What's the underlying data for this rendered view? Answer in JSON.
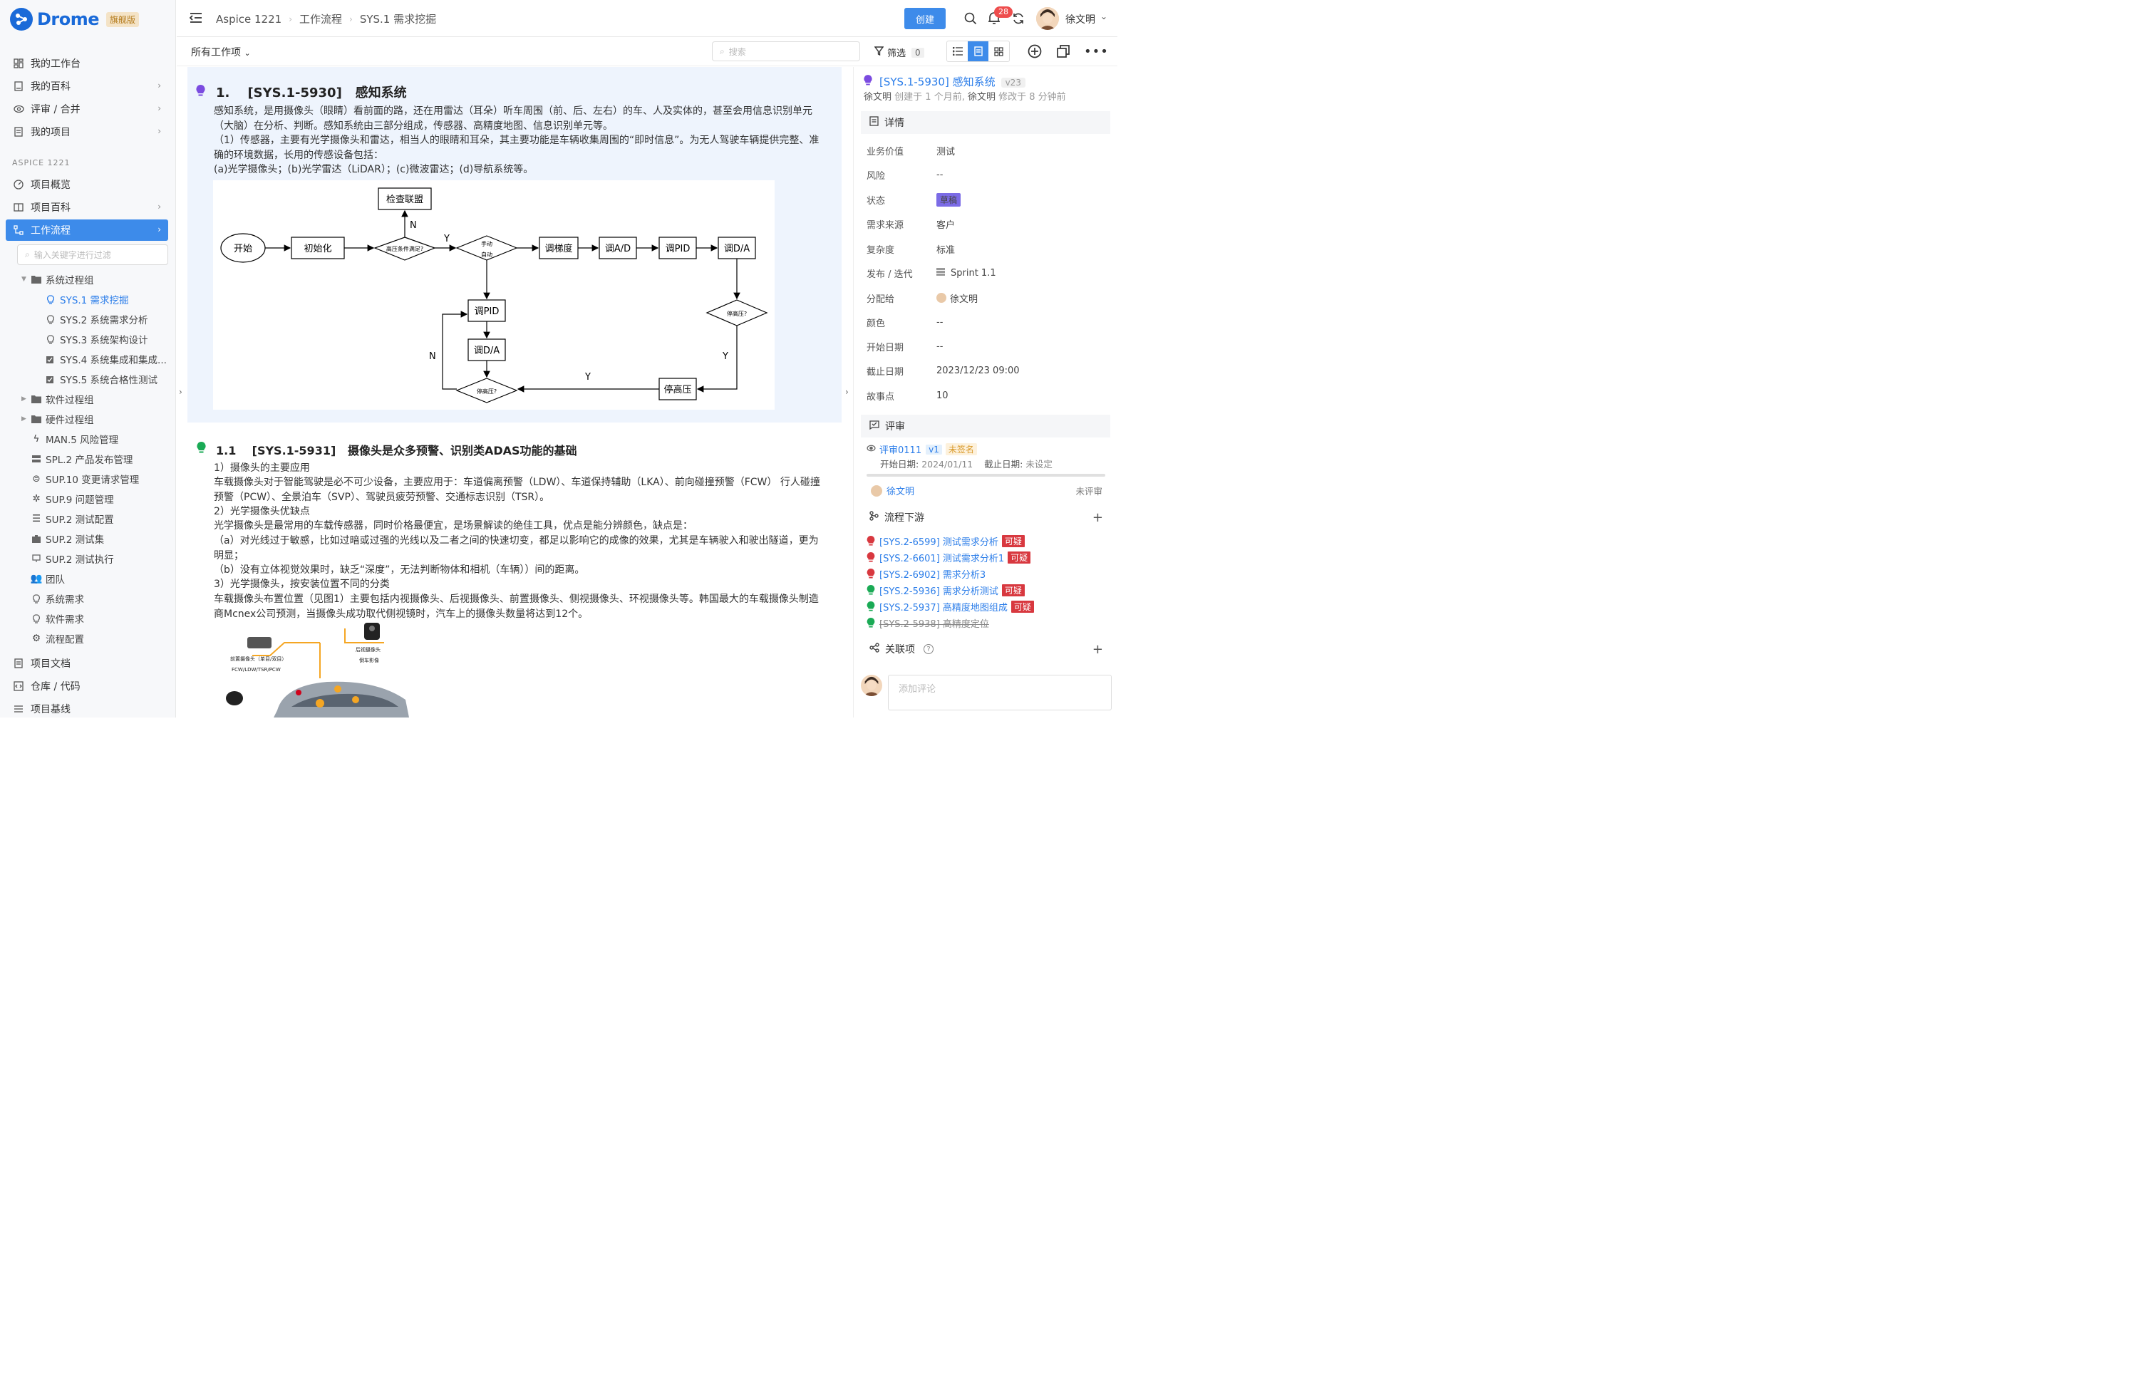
{
  "brand": {
    "name": "Drome",
    "edition": "旗舰版"
  },
  "sidebar": {
    "top": [
      {
        "label": "我的工作台"
      },
      {
        "label": "我的百科"
      },
      {
        "label": "评审 / 合并"
      },
      {
        "label": "我的项目"
      }
    ],
    "project_label": "ASPICE 1221",
    "project_nav": [
      {
        "label": "项目概览"
      },
      {
        "label": "项目百科"
      },
      {
        "label": "工作流程"
      }
    ],
    "filter_placeholder": "输入关键字进行过滤",
    "tree": [
      {
        "label": "系统过程组"
      },
      {
        "label": "SYS.1 需求挖掘"
      },
      {
        "label": "SYS.2 系统需求分析"
      },
      {
        "label": "SYS.3 系统架构设计"
      },
      {
        "label": "SYS.4 系统集成和集成..."
      },
      {
        "label": "SYS.5 系统合格性测试"
      },
      {
        "label": "软件过程组"
      },
      {
        "label": "硬件过程组"
      },
      {
        "label": "MAN.5 风险管理"
      },
      {
        "label": "SPL.2 产品发布管理"
      },
      {
        "label": "SUP.10 变更请求管理"
      },
      {
        "label": "SUP.9 问题管理"
      },
      {
        "label": "SUP.2 测试配置"
      },
      {
        "label": "SUP.2 测试集"
      },
      {
        "label": "SUP.2 测试执行"
      },
      {
        "label": "团队"
      },
      {
        "label": "系统需求"
      },
      {
        "label": "软件需求"
      },
      {
        "label": "流程配置"
      }
    ],
    "bottom": [
      {
        "label": "项目文档"
      },
      {
        "label": "仓库 / 代码"
      },
      {
        "label": "项目基线"
      }
    ]
  },
  "header": {
    "breadcrumb": [
      "Aspice 1221",
      "工作流程",
      "SYS.1 需求挖掘"
    ],
    "create": "创建",
    "notifications": "28",
    "user": "徐文明"
  },
  "toolbar": {
    "all_items": "所有工作项",
    "search_placeholder": "搜索",
    "filter": "筛选",
    "filter_count": "0"
  },
  "doc": {
    "h1_num": "1.",
    "h1_id": "[SYS.1-5930]",
    "h1_title": "感知系统",
    "p1": "感知系统，是用摄像头（眼睛）看前面的路，还在用雷达（耳朵）听车周围（前、后、左右）的车、人及实体的，甚至会用信息识别单元（大脑）在分析、判断。感知系统由三部分组成，传感器、高精度地图、信息识别单元等。",
    "p2": "（1）传感器，主要有光学摄像头和雷达，相当人的眼睛和耳朵，其主要功能是车辆收集周围的“即时信息”。为无人驾驶车辆提供完整、准确的环境数据，长用的传感设备包括：",
    "p3": "(a)光学摄像头；(b)光学雷达（LiDAR）；(c)微波雷达；(d)导航系统等。",
    "flow": {
      "start": "开始",
      "init": "初始化",
      "check": "检查联盟",
      "cond": "高压条件满足?",
      "manual1": "手动",
      "manual2": "自动",
      "ladder": "调梯度",
      "ad": "调A/D",
      "pid": "调PID",
      "da": "调D/A",
      "pid2": "调PID",
      "da2": "调D/A",
      "stop_q": "停高压?",
      "stop_q2": "停高压?",
      "stop": "停高压",
      "y": "Y",
      "n": "N"
    },
    "h2_num": "1.1",
    "h2_id": "[SYS.1-5931]",
    "h2_title": "摄像头是众多预警、识别类ADAS功能的基础",
    "lines": [
      "1）摄像头的主要应用",
      "车载摄像头对于智能驾驶是必不可少设备，主要应用于：车道偏离预警（LDW）、车道保持辅助（LKA）、前向碰撞预警（FCW） 行人碰撞预警（PCW）、全景泊车（SVP）、驾驶员疲劳预警、交通标志识别（TSR）。",
      "2）光学摄像头优缺点",
      "光学摄像头是最常用的车载传感器，同时价格最便宜，是场景解读的绝佳工具，优点是能分辨颜色，缺点是：",
      "（a）对光线过于敏感，比如过暗或过强的光线以及二者之间的快速切变，都足以影响它的成像的效果，尤其是车辆驶入和驶出隧道，更为明显；",
      "（b）没有立体视觉效果时，缺乏“深度”，无法判断物体和相机（车辆））间的距离。",
      "3）光学摄像头，按安装位置不同的分类",
      "车载摄像头布置位置（见图1）主要包括内视摄像头、后视摄像头、前置摄像头、侧视摄像头、环视摄像头等。韩国最大的车载摄像头制造商Mcnex公司预测，当摄像头成功取代侧视镜时，汽车上的摄像头数量将达到12个。"
    ],
    "img_labels": {
      "front": "前置摄像头（单目/双目）",
      "front_sub": "FCW/LDW/TSR/PCW",
      "rear": "后视摄像头",
      "rear_sub": "倒车影像"
    }
  },
  "panel": {
    "title": "[SYS.1-5930] 感知系统",
    "version": "v23",
    "creator": "徐文明",
    "created": "创建于 1 个月前,",
    "modifier": "徐文明",
    "modified": "修改于 8 分钟前",
    "details_title": "详情",
    "fields": [
      {
        "k": "业务价值",
        "v": "测试"
      },
      {
        "k": "风险",
        "v": "--"
      },
      {
        "k": "状态",
        "v": "草稿"
      },
      {
        "k": "需求来源",
        "v": "客户"
      },
      {
        "k": "复杂度",
        "v": "标准"
      },
      {
        "k": "发布 / 迭代",
        "v": "Sprint 1.1"
      },
      {
        "k": "分配给",
        "v": "徐文明"
      },
      {
        "k": "颜色",
        "v": "--"
      },
      {
        "k": "开始日期",
        "v": "--"
      },
      {
        "k": "截止日期",
        "v": "2023/12/23 09:00"
      },
      {
        "k": "故事点",
        "v": "10"
      }
    ],
    "review_title": "评审",
    "review": {
      "name": "评审0111",
      "ver": "v1",
      "status": "未签名",
      "start_label": "开始日期:",
      "start": "2024/01/11",
      "end_label": "截止日期:",
      "end": "未设定",
      "reviewer": "徐文明",
      "reviewer_status": "未评审"
    },
    "downstream_title": "流程下游",
    "downstream": [
      {
        "text": "[SYS.2-6599] 测试需求分析",
        "tag": "可疑",
        "color": "#d8383f"
      },
      {
        "text": "[SYS.2-6601] 测试需求分析1",
        "tag": "可疑",
        "color": "#d8383f"
      },
      {
        "text": "[SYS.2-6902] 需求分析3",
        "tag": "",
        "color": "#d8383f"
      },
      {
        "text": "[SYS.2-5936] 需求分析测试",
        "tag": "可疑",
        "color": "#1aaa55"
      },
      {
        "text": "[SYS.2-5937] 高精度地图组成",
        "tag": "可疑",
        "color": "#1aaa55"
      },
      {
        "text": "[SYS.2-5938] 高精度定位",
        "tag": "",
        "color": "#1aaa55"
      }
    ],
    "relations_title": "关联项",
    "comment_placeholder": "添加评论"
  },
  "colors": {
    "accent": "#3d8bea",
    "draft": "#7b6be6",
    "suspect": "#d8383f"
  }
}
